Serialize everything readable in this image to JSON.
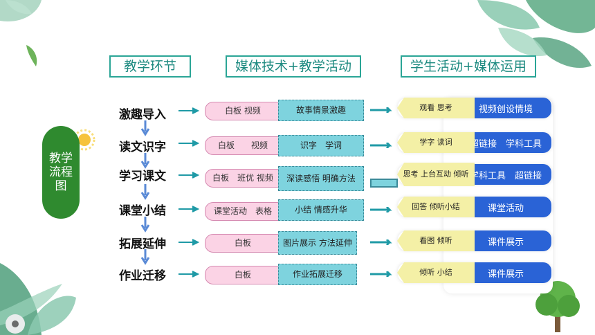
{
  "headers": [
    "教学环节",
    "媒体技术+教学活动",
    "学生活动+媒体运用"
  ],
  "flow_title": "教学流程图",
  "rows": [
    {
      "step": "激趣导入",
      "media": "白板 视频",
      "activity": "故事情景激趣",
      "student": "观看 思考",
      "use": "视频创设情境"
    },
    {
      "step": "读文识字",
      "media": "白板　　视频",
      "activity": "识字　学词",
      "student": "学字 读词",
      "use": "超链接　学科工具"
    },
    {
      "step": "学习课文",
      "media": "白板　班优 视频",
      "activity": "深读感悟 明确方法",
      "student": "思考 上台互动 倾听",
      "use": "学科工具　超链接"
    },
    {
      "step": "课堂小结",
      "media": "课堂活动　表格",
      "activity": "小结 情感升华",
      "student": "回答 倾听小结",
      "use": "课堂活动"
    },
    {
      "step": "拓展延伸",
      "media": "白板",
      "activity": "图片展示 方法延伸",
      "student": "看图 倾听",
      "use": "课件展示"
    },
    {
      "step": "作业迁移",
      "media": "白板",
      "activity": "作业拓展迁移",
      "student": "倾听 小结",
      "use": "课件展示"
    }
  ],
  "colors": {
    "teal": "#7ed3de",
    "pink": "#fbd3e5",
    "yellow": "#f4f0a6",
    "blue": "#2a63d6",
    "green": "#2f8a2f",
    "arrow": "#1f9aa6"
  }
}
